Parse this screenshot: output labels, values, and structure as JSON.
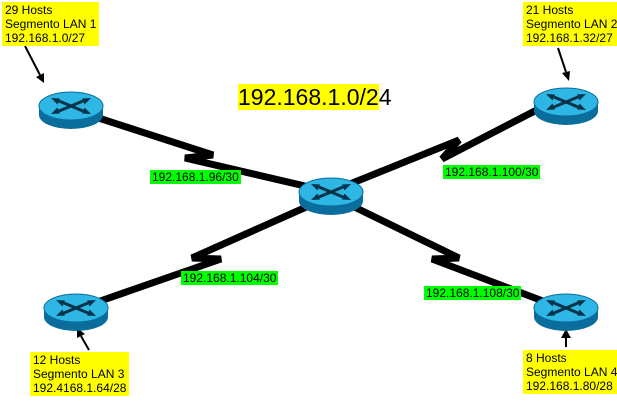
{
  "title": {
    "highlight": "192.168.1.0/2",
    "tail": "4"
  },
  "lans": [
    {
      "hosts": "29 Hosts",
      "name": "Segmento LAN 1",
      "subnet": "192.168.1.0/27"
    },
    {
      "hosts": "21 Hosts",
      "name": "Segmento LAN 2",
      "subnet": "192.168.1.32/27"
    },
    {
      "hosts": "12 Hosts",
      "name": "Segmento LAN 3",
      "subnet": "192.4168.1.64/28"
    },
    {
      "hosts": "8 Hosts",
      "name": "Segmento LAN 4",
      "subnet": "192.168.1.80/28"
    }
  ],
  "links": [
    {
      "label": "192.168.1.96/30"
    },
    {
      "label": "192.168.1.100/30"
    },
    {
      "label": "192.168.1.104/30"
    },
    {
      "label": "192.168.1.108/30"
    }
  ],
  "icons": {
    "router": "cisco-router-cylinder-with-crossing-arrows",
    "link": "lightning-bolt-serial-link",
    "pointer": "black-arrow-pointer"
  },
  "colors": {
    "lan_label_bg": "#ffff00",
    "link_label_bg": "#00ff00",
    "link_color": "#000000",
    "router_top": "#2eb6e4",
    "router_side": "#0a6d9c",
    "router_arrows": "#053349",
    "text_color": "#000000"
  }
}
